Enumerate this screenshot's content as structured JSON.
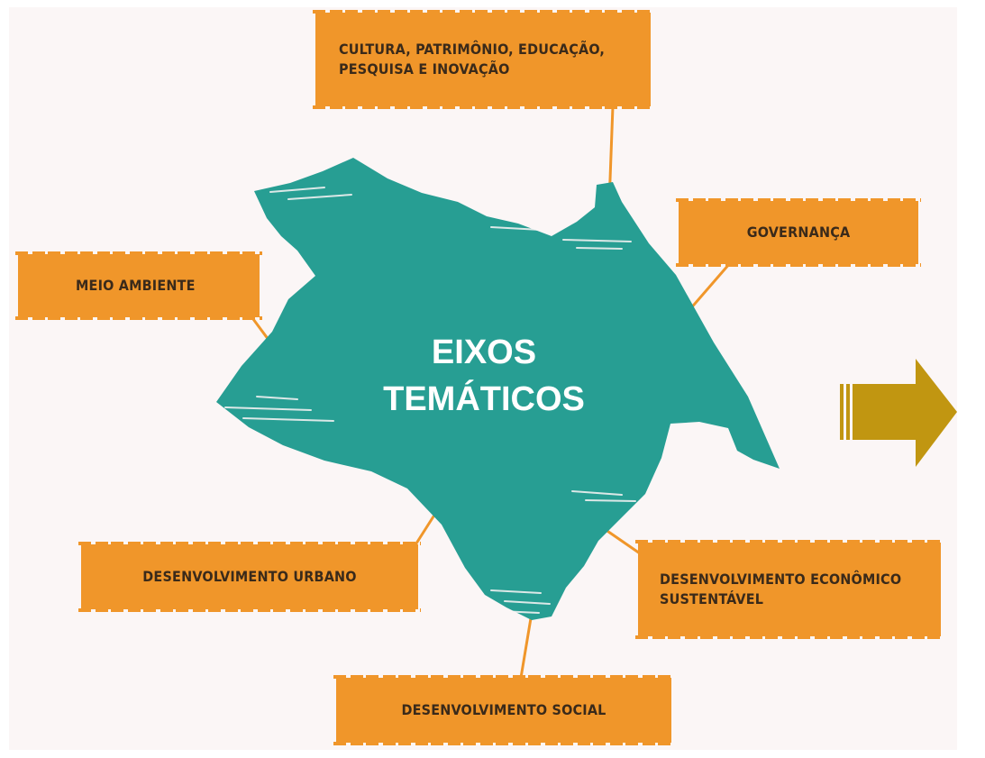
{
  "center": {
    "title_line1": "EIXOS",
    "title_line2": "TEMÁTICOS"
  },
  "themes": {
    "cultura_line1": "CULTURA, PATRIMÔNIO, EDUCAÇÃO,",
    "cultura_line2": "PESQUISA E INOVAÇÃO",
    "governanca": "GOVERNANÇA",
    "meio_ambiente": "MEIO AMBIENTE",
    "urbano": "DESENVOLVIMENTO URBANO",
    "economico_line1": "DESENVOLVIMENTO ECONÔMICO",
    "economico_line2": "SUSTENTÁVEL",
    "social": "DESENVOLVIMENTO SOCIAL"
  },
  "colors": {
    "map": "#279e93",
    "label_bg": "#f0962a",
    "connector": "#f0962a",
    "arrow": "#c19611",
    "background": "#fbf6f6"
  }
}
